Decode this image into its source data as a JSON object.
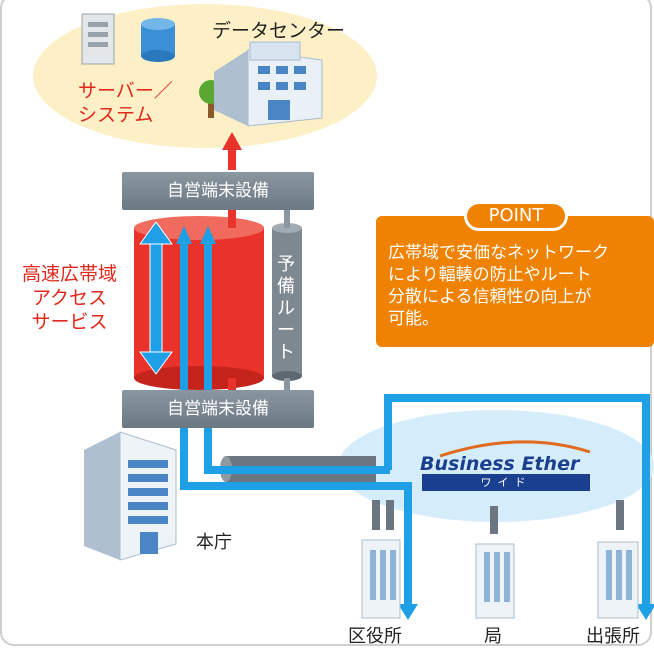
{
  "datacenter": {
    "title": "データセンター"
  },
  "server_system": {
    "line1": "サーバー／",
    "line2": "システム"
  },
  "equipment": {
    "top": "自営端末設備",
    "bottom": "自営端末設備"
  },
  "access_service": {
    "line1": "高速広帯域",
    "line2": "アクセス",
    "line3": "サービス"
  },
  "backup_route": {
    "label": "予備ルート"
  },
  "point": {
    "badge": "POINT",
    "lines": [
      "広帯域で安価なネットワーク",
      "により輻輳の防止やルート",
      "分散による信頼性の向上が",
      "可能。"
    ]
  },
  "network": {
    "brand": "Business Ether",
    "sub": "ワイド"
  },
  "sites": {
    "hq": "本庁",
    "ward": "区役所",
    "bureau": "局",
    "branch": "出張所"
  },
  "colors": {
    "red": "#e8322a",
    "blue": "#1fa0e6",
    "orange": "#ef8200",
    "cloud": "#fdf0c6",
    "network_cloud": "#d5ecfb",
    "gray": "#7e8891"
  }
}
